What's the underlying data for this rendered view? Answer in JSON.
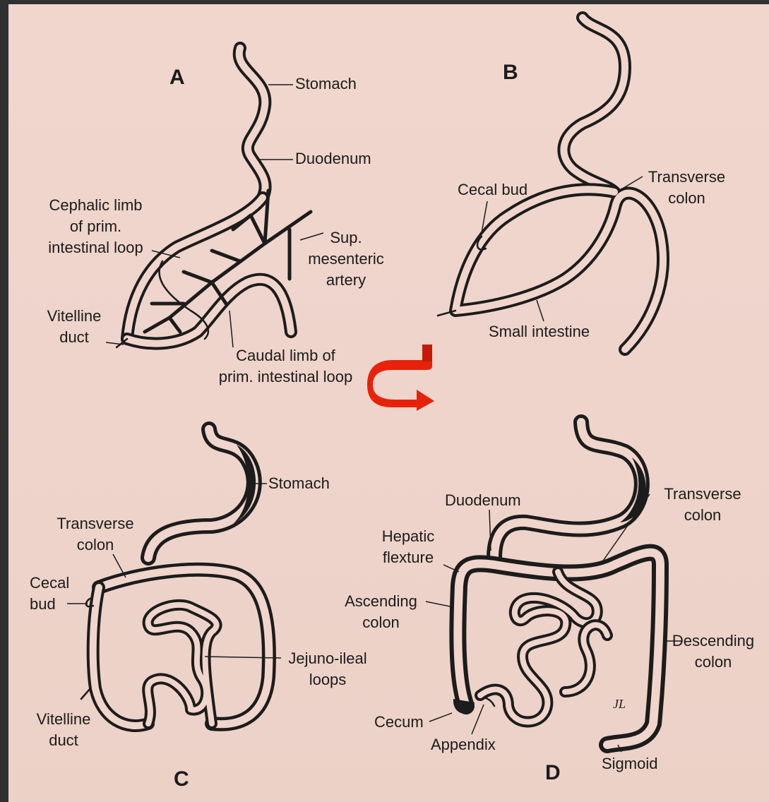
{
  "panels": {
    "a": {
      "letter": "A",
      "labels": {
        "stomach": "Stomach",
        "duodenum": "Duodenum",
        "cephalic_limb": "Cephalic limb\nof prim.\nintestinal loop",
        "sup_mesenteric": "Sup.\nmesenteric\nartery",
        "vitelline_duct": "Vitelline\nduct",
        "caudal_limb": "Caudal limb of\nprim. intestinal loop"
      }
    },
    "b": {
      "letter": "B",
      "labels": {
        "cecal_bud": "Cecal bud",
        "transverse_colon": "Transverse\ncolon",
        "small_intestine": "Small intestine"
      }
    },
    "c": {
      "letter": "C",
      "labels": {
        "stomach": "Stomach",
        "transverse_colon": "Transverse\ncolon",
        "cecal_bud": "Cecal\nbud",
        "jejuno_ileal": "Jejuno-ileal\nloops",
        "vitelline_duct": "Vitelline\nduct"
      }
    },
    "d": {
      "letter": "D",
      "labels": {
        "duodenum": "Duodenum",
        "hepatic_flexture": "Hepatic\nflexture",
        "transverse_colon": "Transverse\ncolon",
        "ascending_colon": "Ascending\ncolon",
        "descending_colon": "Descending\ncolon",
        "cecum": "Cecum",
        "appendix": "Appendix",
        "sigmoid": "Sigmoid",
        "initials": "JL"
      }
    }
  },
  "colors": {
    "background": "#eed4cb",
    "frame": "#303030",
    "ink": "#1c1c1c",
    "rotation_arrow": "#e8220a"
  },
  "icons": {
    "rotation_arrow": "curved-rotation-arrow-icon"
  }
}
